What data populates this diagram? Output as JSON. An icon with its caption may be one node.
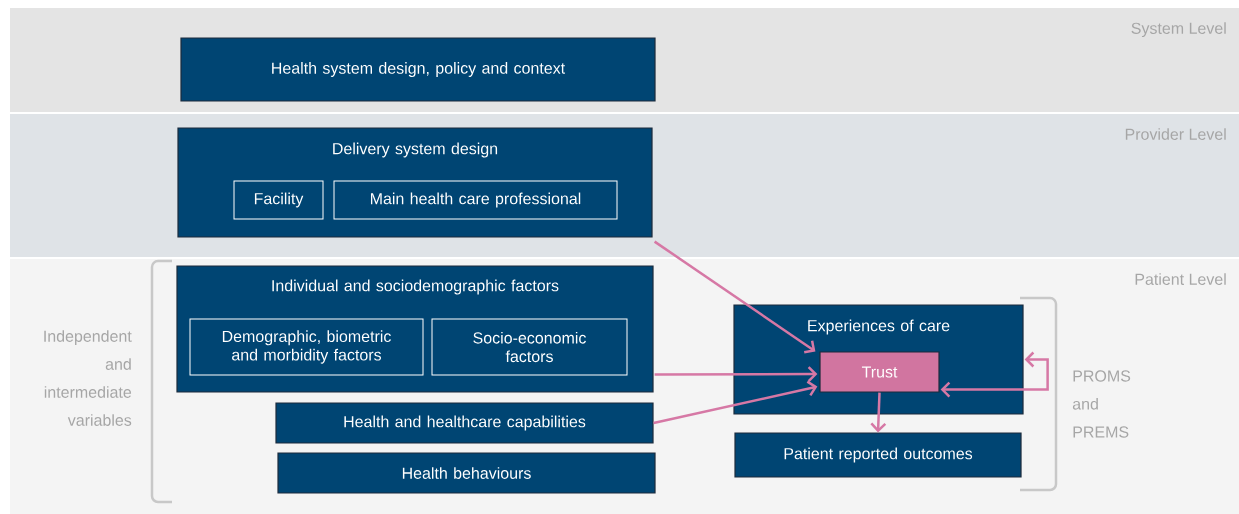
{
  "diagram": {
    "nodes": [
      {
        "text": [
          "System Level"
        ]
      },
      {
        "text": [
          "Health system design, policy and context"
        ],
        "in": 0
      },
      {
        "text": [
          "Provider Level"
        ]
      },
      {
        "text": [
          "Delivery system design"
        ],
        "in": 2
      },
      {
        "text": [
          "Facility"
        ],
        "in": 3
      },
      {
        "text": [
          "Main health care professional"
        ],
        "in": 3
      },
      {
        "text": [
          "Patient Level"
        ]
      },
      {
        "text": [
          "Individual and sociodemographic factors"
        ],
        "in": 6
      },
      {
        "text": [
          "Demographic, biometric and morbidity factors"
        ],
        "in": 7
      },
      {
        "text": [
          "Socio-economic factors"
        ],
        "in": 7
      },
      {
        "text": [
          "Health and healthcare capabilities"
        ],
        "in": 6
      },
      {
        "text": [
          "Health behaviours"
        ],
        "in": 6
      },
      {
        "text": [
          "Experiences of care"
        ],
        "in": 6
      },
      {
        "text": [
          "Trust"
        ],
        "in": 12
      },
      {
        "text": [
          "Patient reported outcomes"
        ],
        "in": 6
      }
    ],
    "edges": [
      {
        "from": 3,
        "to": 13,
        "arrow": "to"
      },
      {
        "from": 7,
        "to": 13,
        "arrow": "to"
      },
      {
        "from": 10,
        "to": 13,
        "arrow": "to"
      },
      {
        "from": 13,
        "to": 12,
        "arrow": "both"
      },
      {
        "from": 13,
        "to": 14,
        "arrow": "to"
      }
    ],
    "labels": [
      "Independent and intermediate variables",
      "PROMS and PREMS"
    ]
  }
}
